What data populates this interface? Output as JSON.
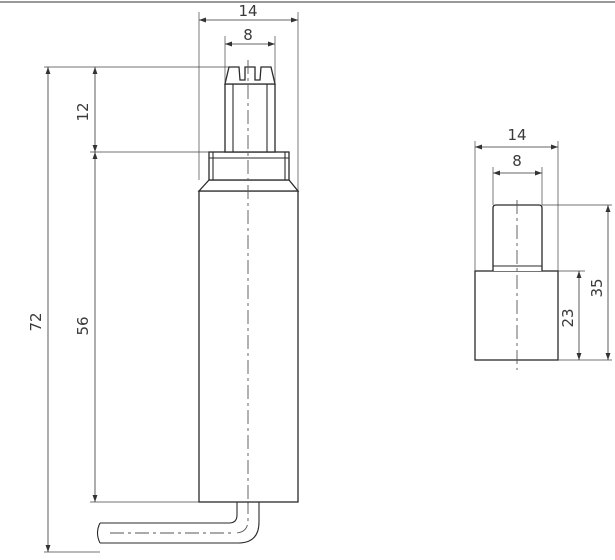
{
  "left_view": {
    "dim_overall_width": "14",
    "dim_pin_width": "8",
    "dim_pin_height": "12",
    "dim_body_height": "56",
    "dim_total_height": "72"
  },
  "right_view": {
    "dim_overall_width": "14",
    "dim_pin_width": "8",
    "dim_body_height": "23",
    "dim_total_height": "35"
  },
  "colors": {
    "line": "#2a2a2a",
    "text": "#3a3a3a",
    "background": "#ffffff"
  }
}
